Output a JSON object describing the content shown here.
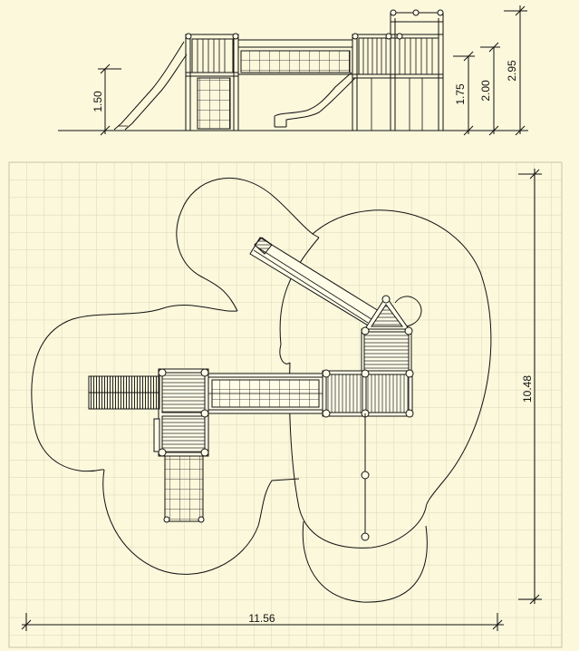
{
  "elevation": {
    "dimensions": {
      "platform_low": "1.50",
      "platform_mid": "1.75",
      "platform_high": "2.00",
      "total_height": "2.95"
    }
  },
  "plan": {
    "dimensions": {
      "width": "11.56",
      "depth": "10.48"
    }
  },
  "colors": {
    "background": "#fbf8dc",
    "grid_line": "#d9d6b8",
    "line": "#111111"
  }
}
